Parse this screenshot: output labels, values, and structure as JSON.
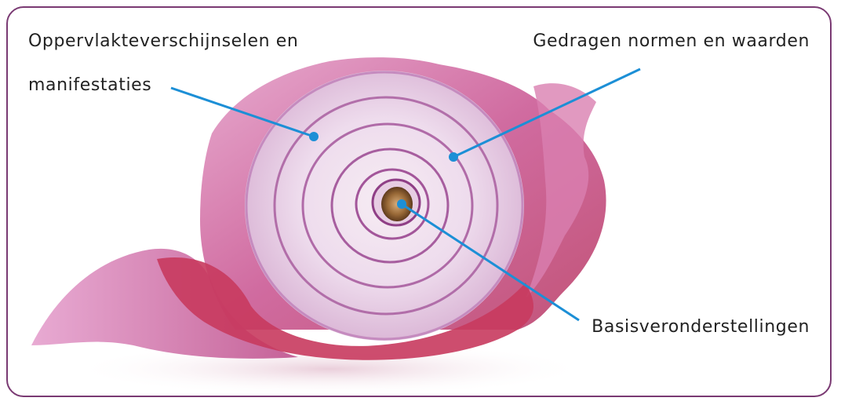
{
  "labels": {
    "surface_line1": "Oppervlakteverschijnselen en",
    "surface_line2": "manifestaties",
    "norms": "Gedragen normen en waarden",
    "basic": "Basisveronderstellingen"
  },
  "colors": {
    "frame": "#7a3a73",
    "pointer": "#1c8fd6",
    "onion_skin": "#c23a7a",
    "onion_flesh": "#efdfee",
    "onion_ring": "#a04f96",
    "core": "#8a5a2e"
  }
}
